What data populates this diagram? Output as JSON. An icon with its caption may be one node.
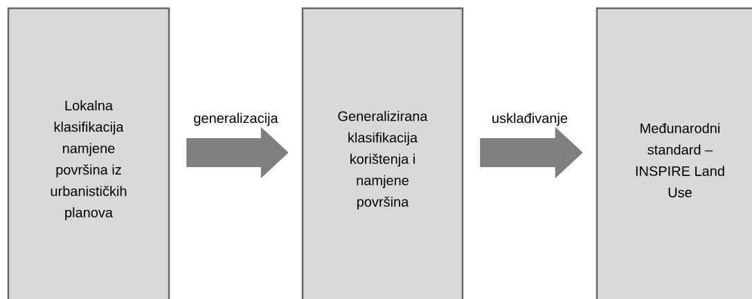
{
  "diagram": {
    "nodes": [
      {
        "text": [
          "Lokalna klasifikacija namjene površina iz urbanističkih planova"
        ]
      },
      {
        "text": [
          "Generalizirana klasifikacija korištenja i namjene površina"
        ]
      },
      {
        "text": [
          "Međunarodni standard – INSPIRE Land Use"
        ]
      }
    ],
    "edges": [
      {
        "from": 0,
        "to": 1,
        "arrow": "to",
        "label": "generalizacija"
      },
      {
        "from": 1,
        "to": 2,
        "arrow": "to",
        "label": "usklađivanje"
      }
    ]
  }
}
